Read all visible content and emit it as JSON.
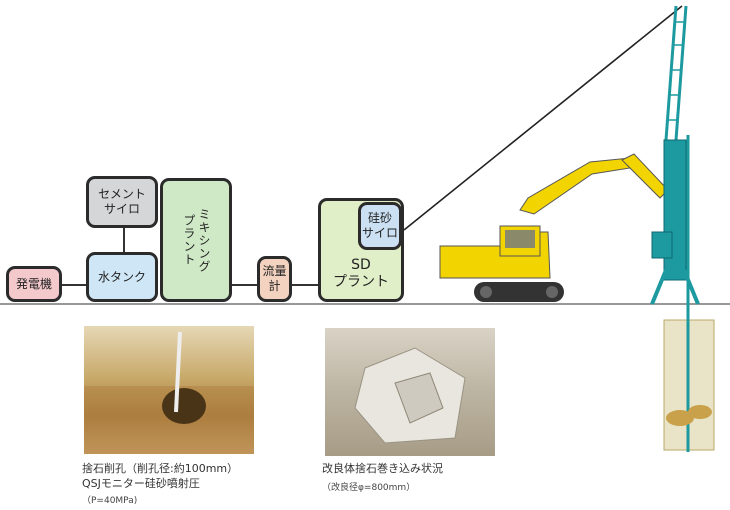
{
  "plant": {
    "generator": "発電機",
    "cement_silo": "セメント\nサイロ",
    "water_tank": "水タンク",
    "mixing_plant": "ミキシング\nプラント",
    "flowmeter": "流量\n計",
    "sd_plant_label": "SD\nプラント",
    "silica_silo": "硅砂\nサイロ"
  },
  "captions": {
    "left_line1": "捨石削孔（削孔径:約100mm）",
    "left_line2": "QSJモニター硅砂噴射圧",
    "left_line3": "（P=40MPa)",
    "right_line1": "改良体捨石巻き込み状況",
    "right_line2": "（改良径φ=800mm）"
  },
  "colors": {
    "generator": "#f4c9cc",
    "cement_silo": "#d5d6d8",
    "water_tank": "#cfe6f6",
    "mixing_plant": "#cfe8c6",
    "flowmeter": "#f3d3c0",
    "sd_plant": "#e1efc8",
    "silica_silo": "#cbe1f3",
    "excavator": "#f2d400",
    "rig": "#1c9aa0",
    "ground": "#6e6e6e"
  }
}
